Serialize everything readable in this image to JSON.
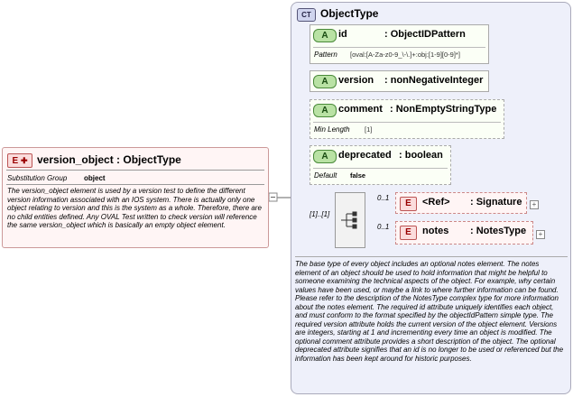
{
  "element": {
    "badge": "E",
    "title": "version_object : ObjectType",
    "substitution_label": "Substitution Group",
    "substitution_value": "object",
    "documentation": "The version_object element is used by a version test to define the different version information associated with an IOS system. There is actually only one object relating to version and this is the system as a whole. Therefore, there are no child entities defined. Any OVAL Test written to check version will reference the same version_object which is basically an empty object element."
  },
  "complex_type": {
    "badge": "CT",
    "title": "ObjectType",
    "sequence_multiplicity": "[1]..[1]",
    "documentation": "The base type of every object includes an optional notes element. The notes element of an object should be used to hold information that might be helpful to someone examining the technical aspects of the object. For example, why certain values have been used, or maybe a link to where further information can be found. Please refer to the description of the NotesType complex type for more information about the notes element. The required id attribute uniquely identifies each object, and must conform to the format specified by the objectIdPattern simple type. The required version attribute holds the current version of the object element. Versions are integers, starting at 1 and incrementing every time an object is modified. The optional comment attribute provides a short description of the object. The optional deprecated attribute signifies that an id is no longer to be used or referenced but the information has been kept around for historic purposes."
  },
  "attributes": [
    {
      "badge": "A",
      "name": "id",
      "type": ": ObjectIDPattern",
      "detail_label": "Pattern",
      "detail_value": "[oval:[A-Za-z0-9_\\-\\.]+:obj:[1-9][0-9]*]"
    },
    {
      "badge": "A",
      "name": "version",
      "type": ": nonNegativeInteger"
    },
    {
      "badge": "A",
      "name": "comment",
      "type": ": NonEmptyStringType",
      "detail_label": "Min Length",
      "detail_value": "[1]"
    },
    {
      "badge": "A",
      "name": "deprecated",
      "type": ": boolean",
      "detail_label": "Default",
      "detail_value": "false"
    }
  ],
  "children": [
    {
      "badge": "E",
      "name": "<Ref>",
      "type": ": Signature",
      "multiplicity": "0..1"
    },
    {
      "badge": "E",
      "name": "notes",
      "type": ": NotesType",
      "multiplicity": "0..1"
    }
  ]
}
